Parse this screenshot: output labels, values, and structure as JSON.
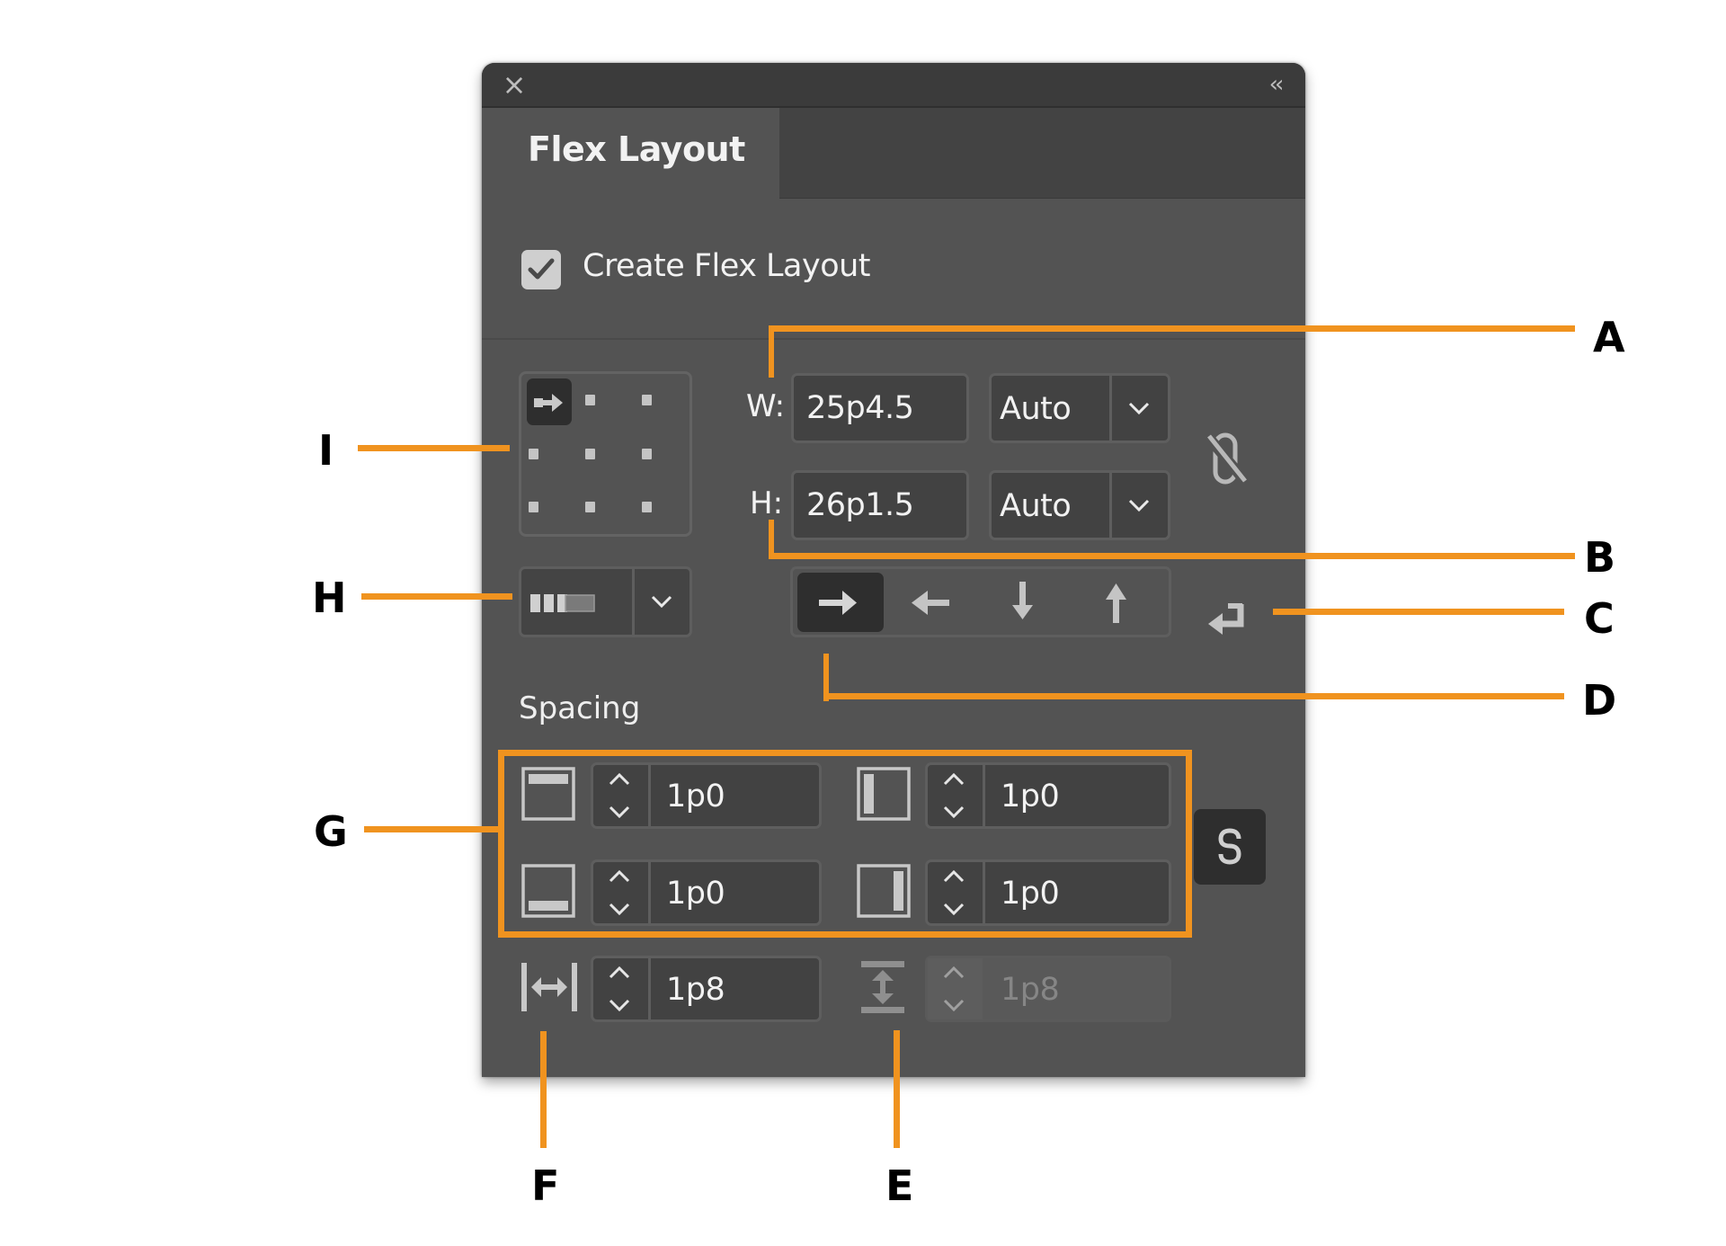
{
  "panel": {
    "close_icon": "×",
    "collapse_icon": "‹‹",
    "tab_label": "Flex Layout"
  },
  "create_flex_layout": {
    "label": "Create Flex Layout",
    "checked": true
  },
  "size": {
    "width_label": "W:",
    "width_value": "25p4.5",
    "width_mode": "Auto",
    "height_label": "H:",
    "height_value": "26p1.5",
    "height_mode": "Auto",
    "constrain_icon": "link-broken"
  },
  "alignment_grid": {
    "selected": "top-left",
    "cells": 9
  },
  "layout_preset": {
    "icon": "bars-preset"
  },
  "direction": {
    "options": [
      "row",
      "row-reverse",
      "column",
      "column-reverse"
    ],
    "selected": "row",
    "wrap_icon": "wrap-return"
  },
  "spacing": {
    "title": "Spacing",
    "top": "1p0",
    "left": "1p0",
    "bottom": "1p0",
    "right": "1p0",
    "link_icon": "link",
    "column_gap": "1p8",
    "row_gap": "1p8",
    "row_gap_disabled": true
  },
  "callouts": {
    "A": "A",
    "B": "B",
    "C": "C",
    "D": "D",
    "E": "E",
    "F": "F",
    "G": "G",
    "H": "H",
    "I": "I"
  },
  "colors": {
    "panel_bg": "#535353",
    "titlebar_bg": "#3b3b3b",
    "input_bg": "#424242",
    "selected_bg": "#2e2e2e",
    "callout_orange": "#f0931f"
  }
}
